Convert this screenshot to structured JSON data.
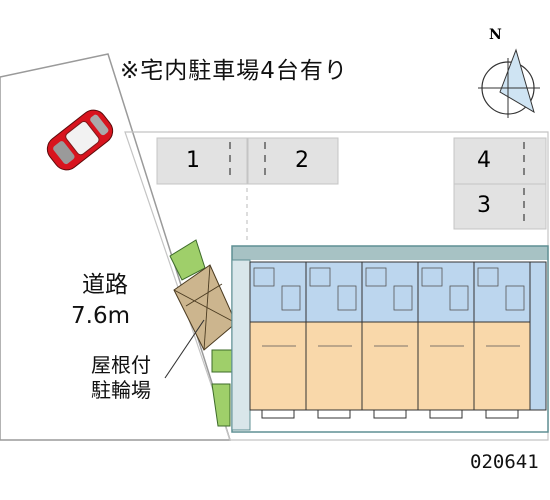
{
  "headline": "※宅内駐車場4台有り",
  "road": {
    "label": "道路",
    "width": "7.6m"
  },
  "bike_parking": {
    "line1": "屋根付",
    "line2": "駐輪場"
  },
  "parking_slots": [
    {
      "number": "1"
    },
    {
      "number": "2"
    },
    {
      "number": "4"
    },
    {
      "number": "3"
    }
  ],
  "compass": {
    "north": "N"
  },
  "reference_code": "020641",
  "colors": {
    "lot_fill": "#e2e2e2",
    "lot_line": "#c4c4c4",
    "road_line": "#9a9a9a",
    "building_outline": "#5f8f93",
    "wet_area": "#bcd6ee",
    "living_room": "#f9d8aa",
    "greenery": "#9fcf6a",
    "bike_shelter": "#ccb58e",
    "car_body": "#d8141e",
    "compass_fill": "#cfe4f3"
  },
  "icons": [
    "car-icon",
    "compass-icon"
  ]
}
